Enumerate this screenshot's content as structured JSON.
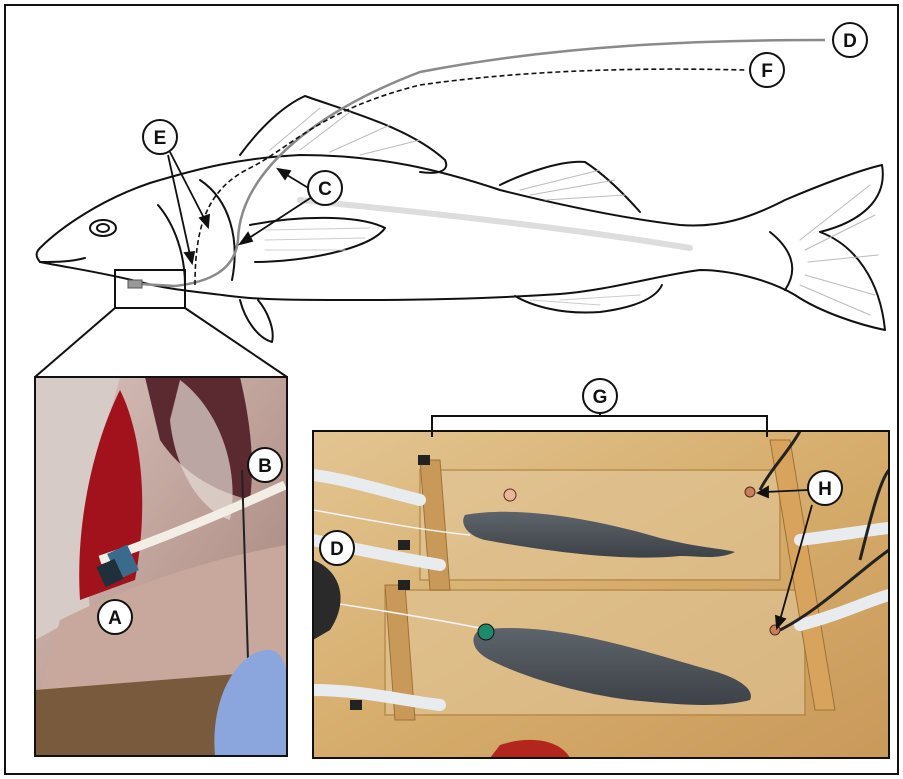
{
  "labels": {
    "a": "A",
    "b": "B",
    "c": "C",
    "d_top": "D",
    "d_photo": "D",
    "e": "E",
    "f": "F",
    "g": "G",
    "h": "H"
  },
  "colors": {
    "outline": "#111111",
    "catheter_grey": "#8a8a8a",
    "tank_bg": "#d8b47a",
    "tank_dark": "#b38747",
    "tissue": "#c9b0a6",
    "gill_red": "#a1121c",
    "fish_body": "#4a4f55",
    "tube": "#e9ecee",
    "glove": "#8aa6dd"
  },
  "icons": {
    "fish_diagram": "fish-outline-drawing",
    "inset_photo": "surgery-closeup-photo",
    "tank_photo": "swim-tunnel-photo"
  }
}
